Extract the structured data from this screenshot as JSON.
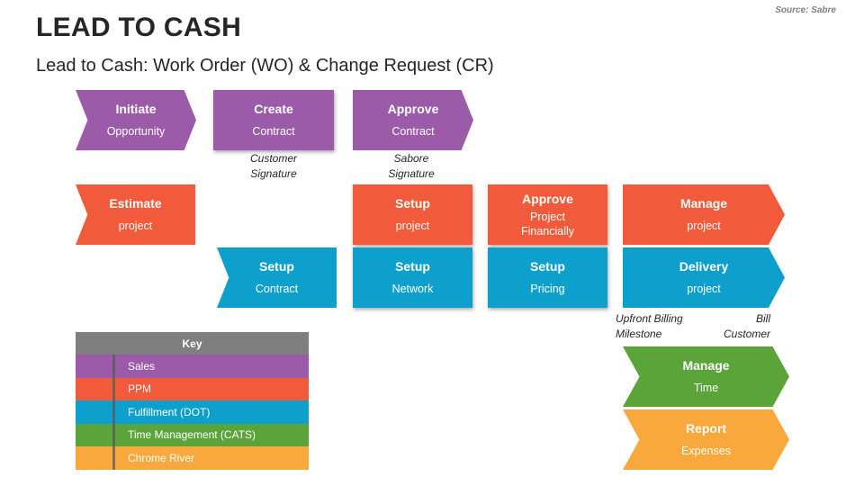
{
  "header": {
    "title": "LEAD TO CASH",
    "subtitle": "Lead to Cash: Work Order (WO) & Change Request (CR)",
    "source": "Source: Sabre"
  },
  "colors": {
    "sales": "#9b5ba8",
    "ppm": "#f15a3a",
    "fulfillment": "#0ea0cc",
    "time_management": "#5aa43a",
    "chrome_river": "#f9a83c"
  },
  "steps": {
    "initiate": {
      "title": "Initiate",
      "sub": "Opportunity"
    },
    "create": {
      "title": "Create",
      "sub": "Contract"
    },
    "approve_contract": {
      "title": "Approve",
      "sub": "Contract"
    },
    "estimate": {
      "title": "Estimate",
      "sub": "project"
    },
    "setup_project": {
      "title": "Setup",
      "sub": "project"
    },
    "approve_financially": {
      "title": "Approve",
      "sub": "Project Financially"
    },
    "manage_project": {
      "title": "Manage",
      "sub": "project"
    },
    "setup_contract": {
      "title": "Setup",
      "sub": "Contract"
    },
    "setup_network": {
      "title": "Setup",
      "sub": "Network"
    },
    "setup_pricing": {
      "title": "Setup",
      "sub": "Pricing"
    },
    "delivery": {
      "title": "Delivery",
      "sub": "project"
    },
    "manage_time": {
      "title": "Manage",
      "sub": "Time"
    },
    "report": {
      "title": "Report",
      "sub": "Expenses"
    }
  },
  "notes": {
    "customer_signature_1": "Customer",
    "customer_signature_2": "Signature",
    "sabore_signature_1": "Sabore",
    "sabore_signature_2": "Signature",
    "upfront_1": "Upfront Billing",
    "upfront_2": "Milestone",
    "bill_1": "Bill",
    "bill_2": "Customer"
  },
  "key": {
    "title": "Key",
    "items": [
      {
        "label": "Sales"
      },
      {
        "label": "PPM"
      },
      {
        "label": "Fulfillment (DOT)"
      },
      {
        "label": "Time Management (CATS)"
      },
      {
        "label": "Chrome River"
      }
    ]
  }
}
